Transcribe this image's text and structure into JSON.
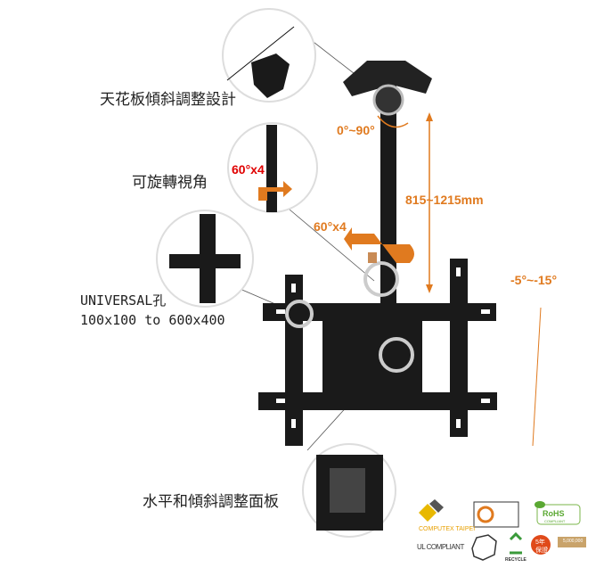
{
  "callouts": {
    "ceiling_tilt": "天花板傾斜調整設計",
    "rotatable": "可旋轉視角",
    "universal_holes": "UNIVERSAL孔",
    "vesa_range": "100x100 to 600x400",
    "panel_adjust": "水平和傾斜調整面板"
  },
  "annotations": {
    "tilt_range": "0°~90°",
    "rotation_zoom": "60°x4",
    "rotation": "60°x4",
    "height_range": "815~1215mm",
    "screen_tilt": "-5°~-15°"
  },
  "badges": {
    "computex": "COMPUTEX TAIPEI",
    "ul": "UL COMPLIANT",
    "rohs": "RoHS",
    "rohs_sub": "COMPLIANT",
    "recycle": "RECYCLE",
    "warranty_years": "5年",
    "warranty": "保證",
    "insurance": "5,000,000"
  },
  "colors": {
    "accent": "#e07a1f",
    "red": "#e00000",
    "metal": "#1a1a1a"
  }
}
